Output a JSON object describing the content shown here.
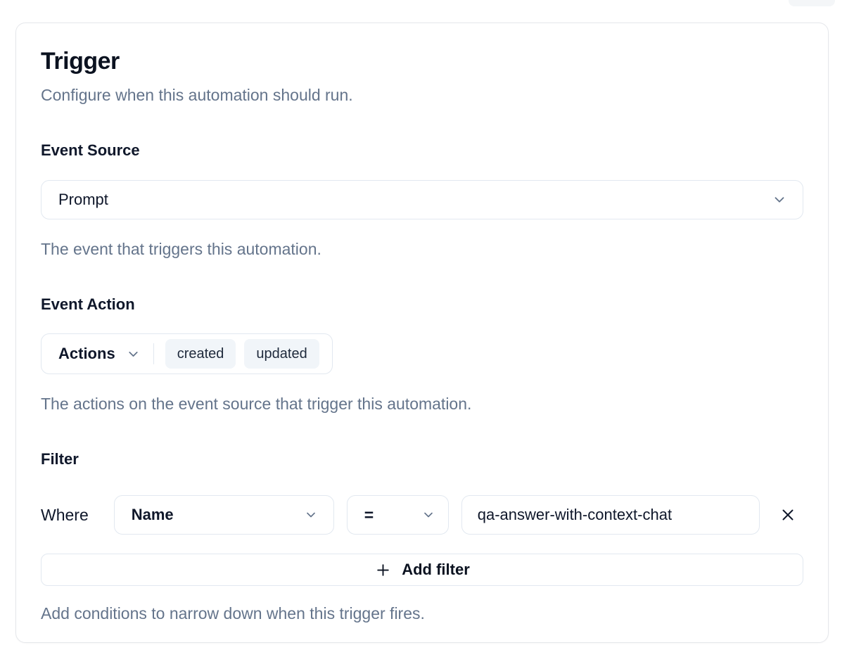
{
  "header": {
    "title": "Trigger",
    "subtitle": "Configure when this automation should run."
  },
  "event_source": {
    "label": "Event Source",
    "selected_value": "Prompt",
    "help": "The event that triggers this automation."
  },
  "event_action": {
    "label": "Event Action",
    "dropdown_label": "Actions",
    "selected_actions": [
      "created",
      "updated"
    ],
    "help": "The actions on the event source that trigger this automation."
  },
  "filter": {
    "label": "Filter",
    "where_label": "Where",
    "field_selected": "Name",
    "operator_selected": "=",
    "value": "qa-answer-with-context-chat",
    "add_button_label": "Add filter",
    "help": "Add conditions to narrow down when this trigger fires."
  },
  "icons": {
    "chevron_down": "chevron-down-icon",
    "close": "close-icon",
    "plus": "plus-icon"
  },
  "colors": {
    "text_primary": "#0f172a",
    "text_muted": "#64748b",
    "border": "#e2e8f0",
    "badge_background": "#f1f5f9",
    "background": "#ffffff"
  }
}
